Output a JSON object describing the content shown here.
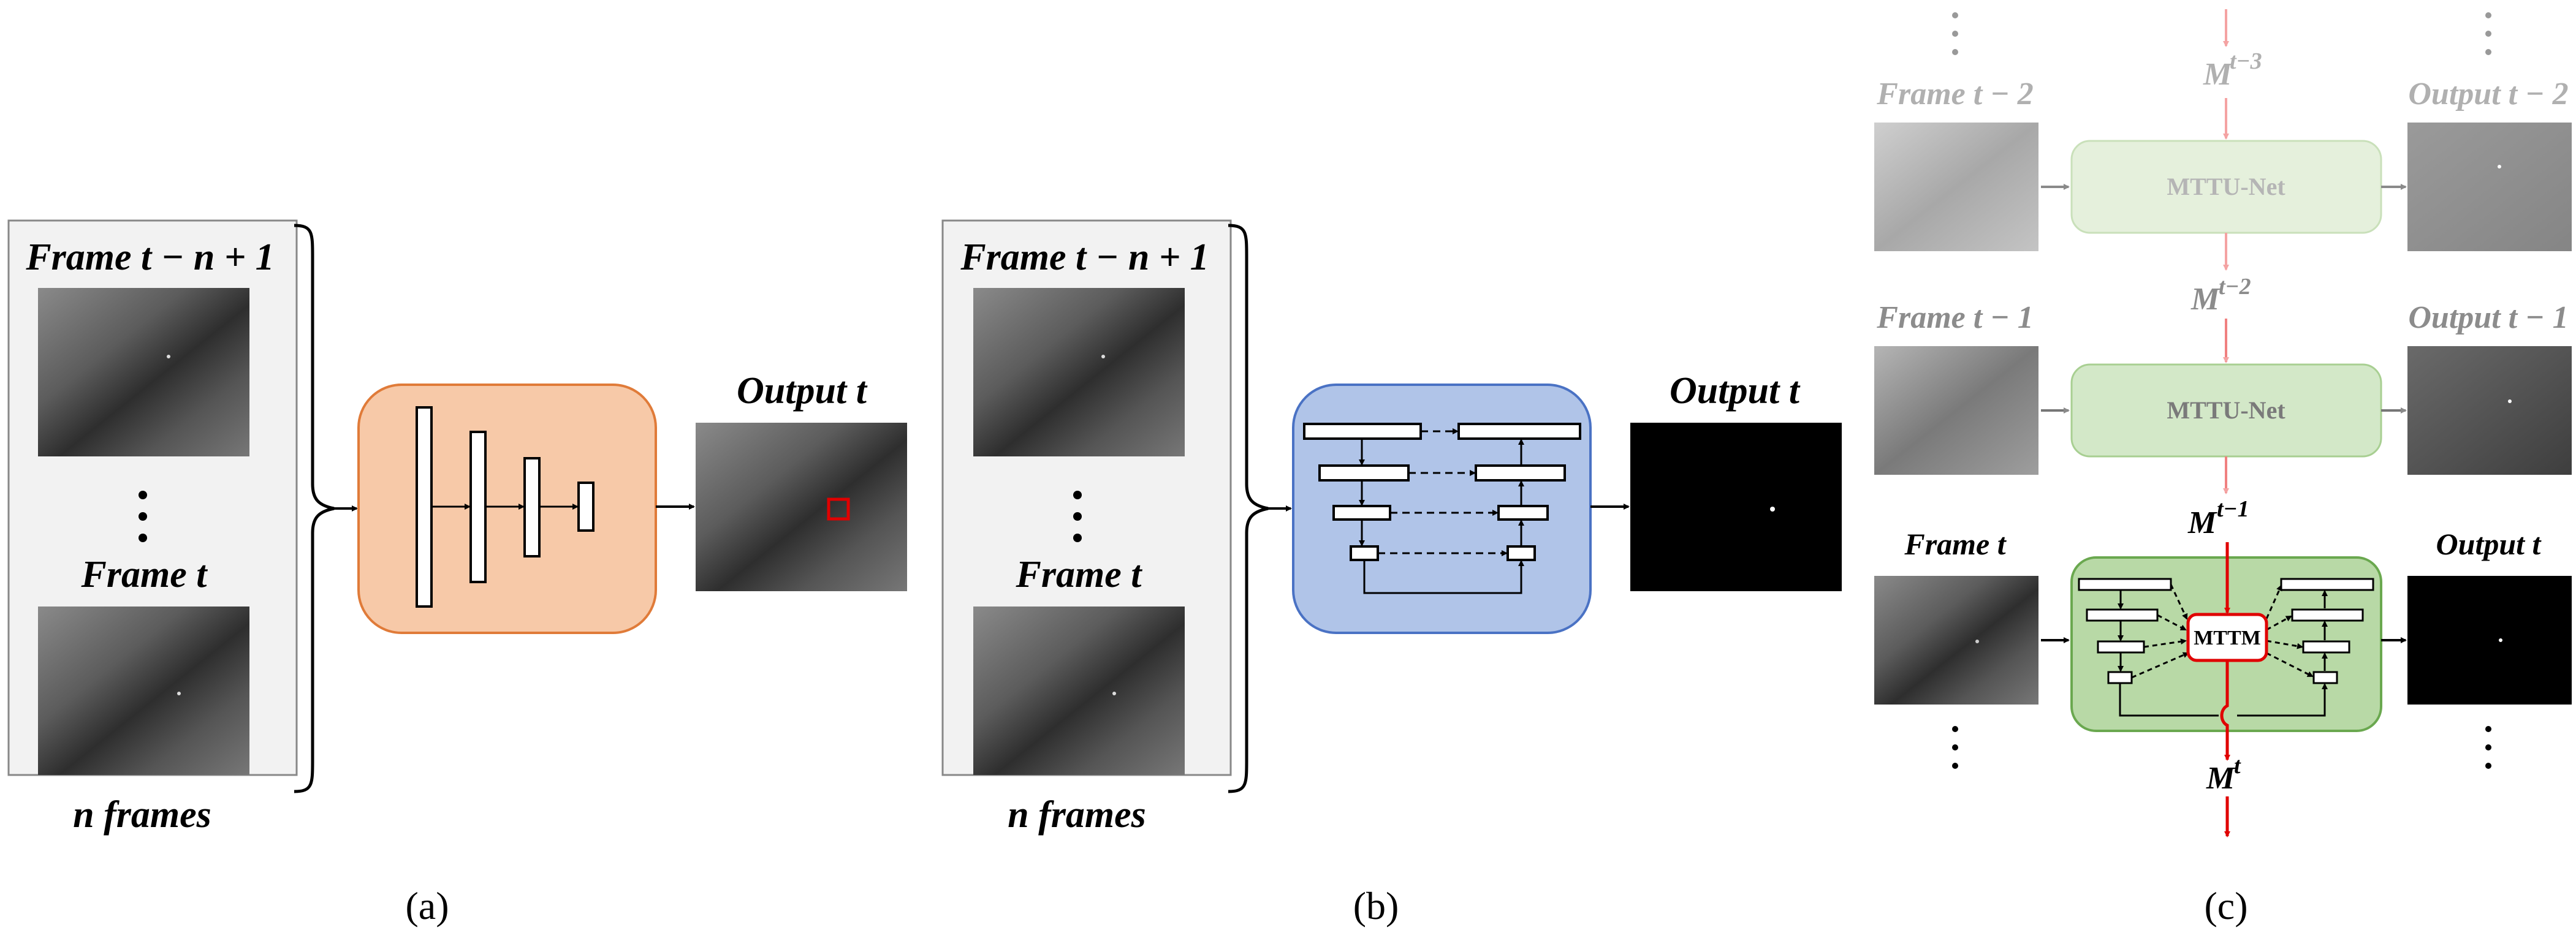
{
  "panel_a": {
    "frame_top_label": "Frame t − n + 1",
    "frame_bottom_label": "Frame t",
    "n_frames_label": "n  frames",
    "output_label": "Output t",
    "caption": "(a)"
  },
  "panel_b": {
    "frame_top_label": "Frame t − n + 1",
    "frame_bottom_label": "Frame t",
    "n_frames_label": "n  frames",
    "output_label": "Output t",
    "caption": "(b)"
  },
  "panel_c": {
    "frame_labels": [
      "Frame t − 2",
      "Frame t − 1",
      "Frame t"
    ],
    "output_labels": [
      "Output t − 2",
      "Output t − 1",
      "Output t"
    ],
    "memory_labels": [
      "t−3",
      "t−2",
      "t−1",
      "t"
    ],
    "memory_symbol": "M",
    "net_label": "MTTU-Net",
    "module_label": "MTTM",
    "caption": "(c)"
  },
  "colors": {
    "cnn_block": "#f7c9a8",
    "cnn_border": "#e07b39",
    "unet_block": "#b0c4e8",
    "unet_border": "#4a72c4",
    "mttu_faint": "#e5f0dc",
    "mttu_mid": "#d3e8c8",
    "mttu_active": "#b8d9a6",
    "memory_arrow": "#e00000",
    "target_box": "#e00000"
  }
}
